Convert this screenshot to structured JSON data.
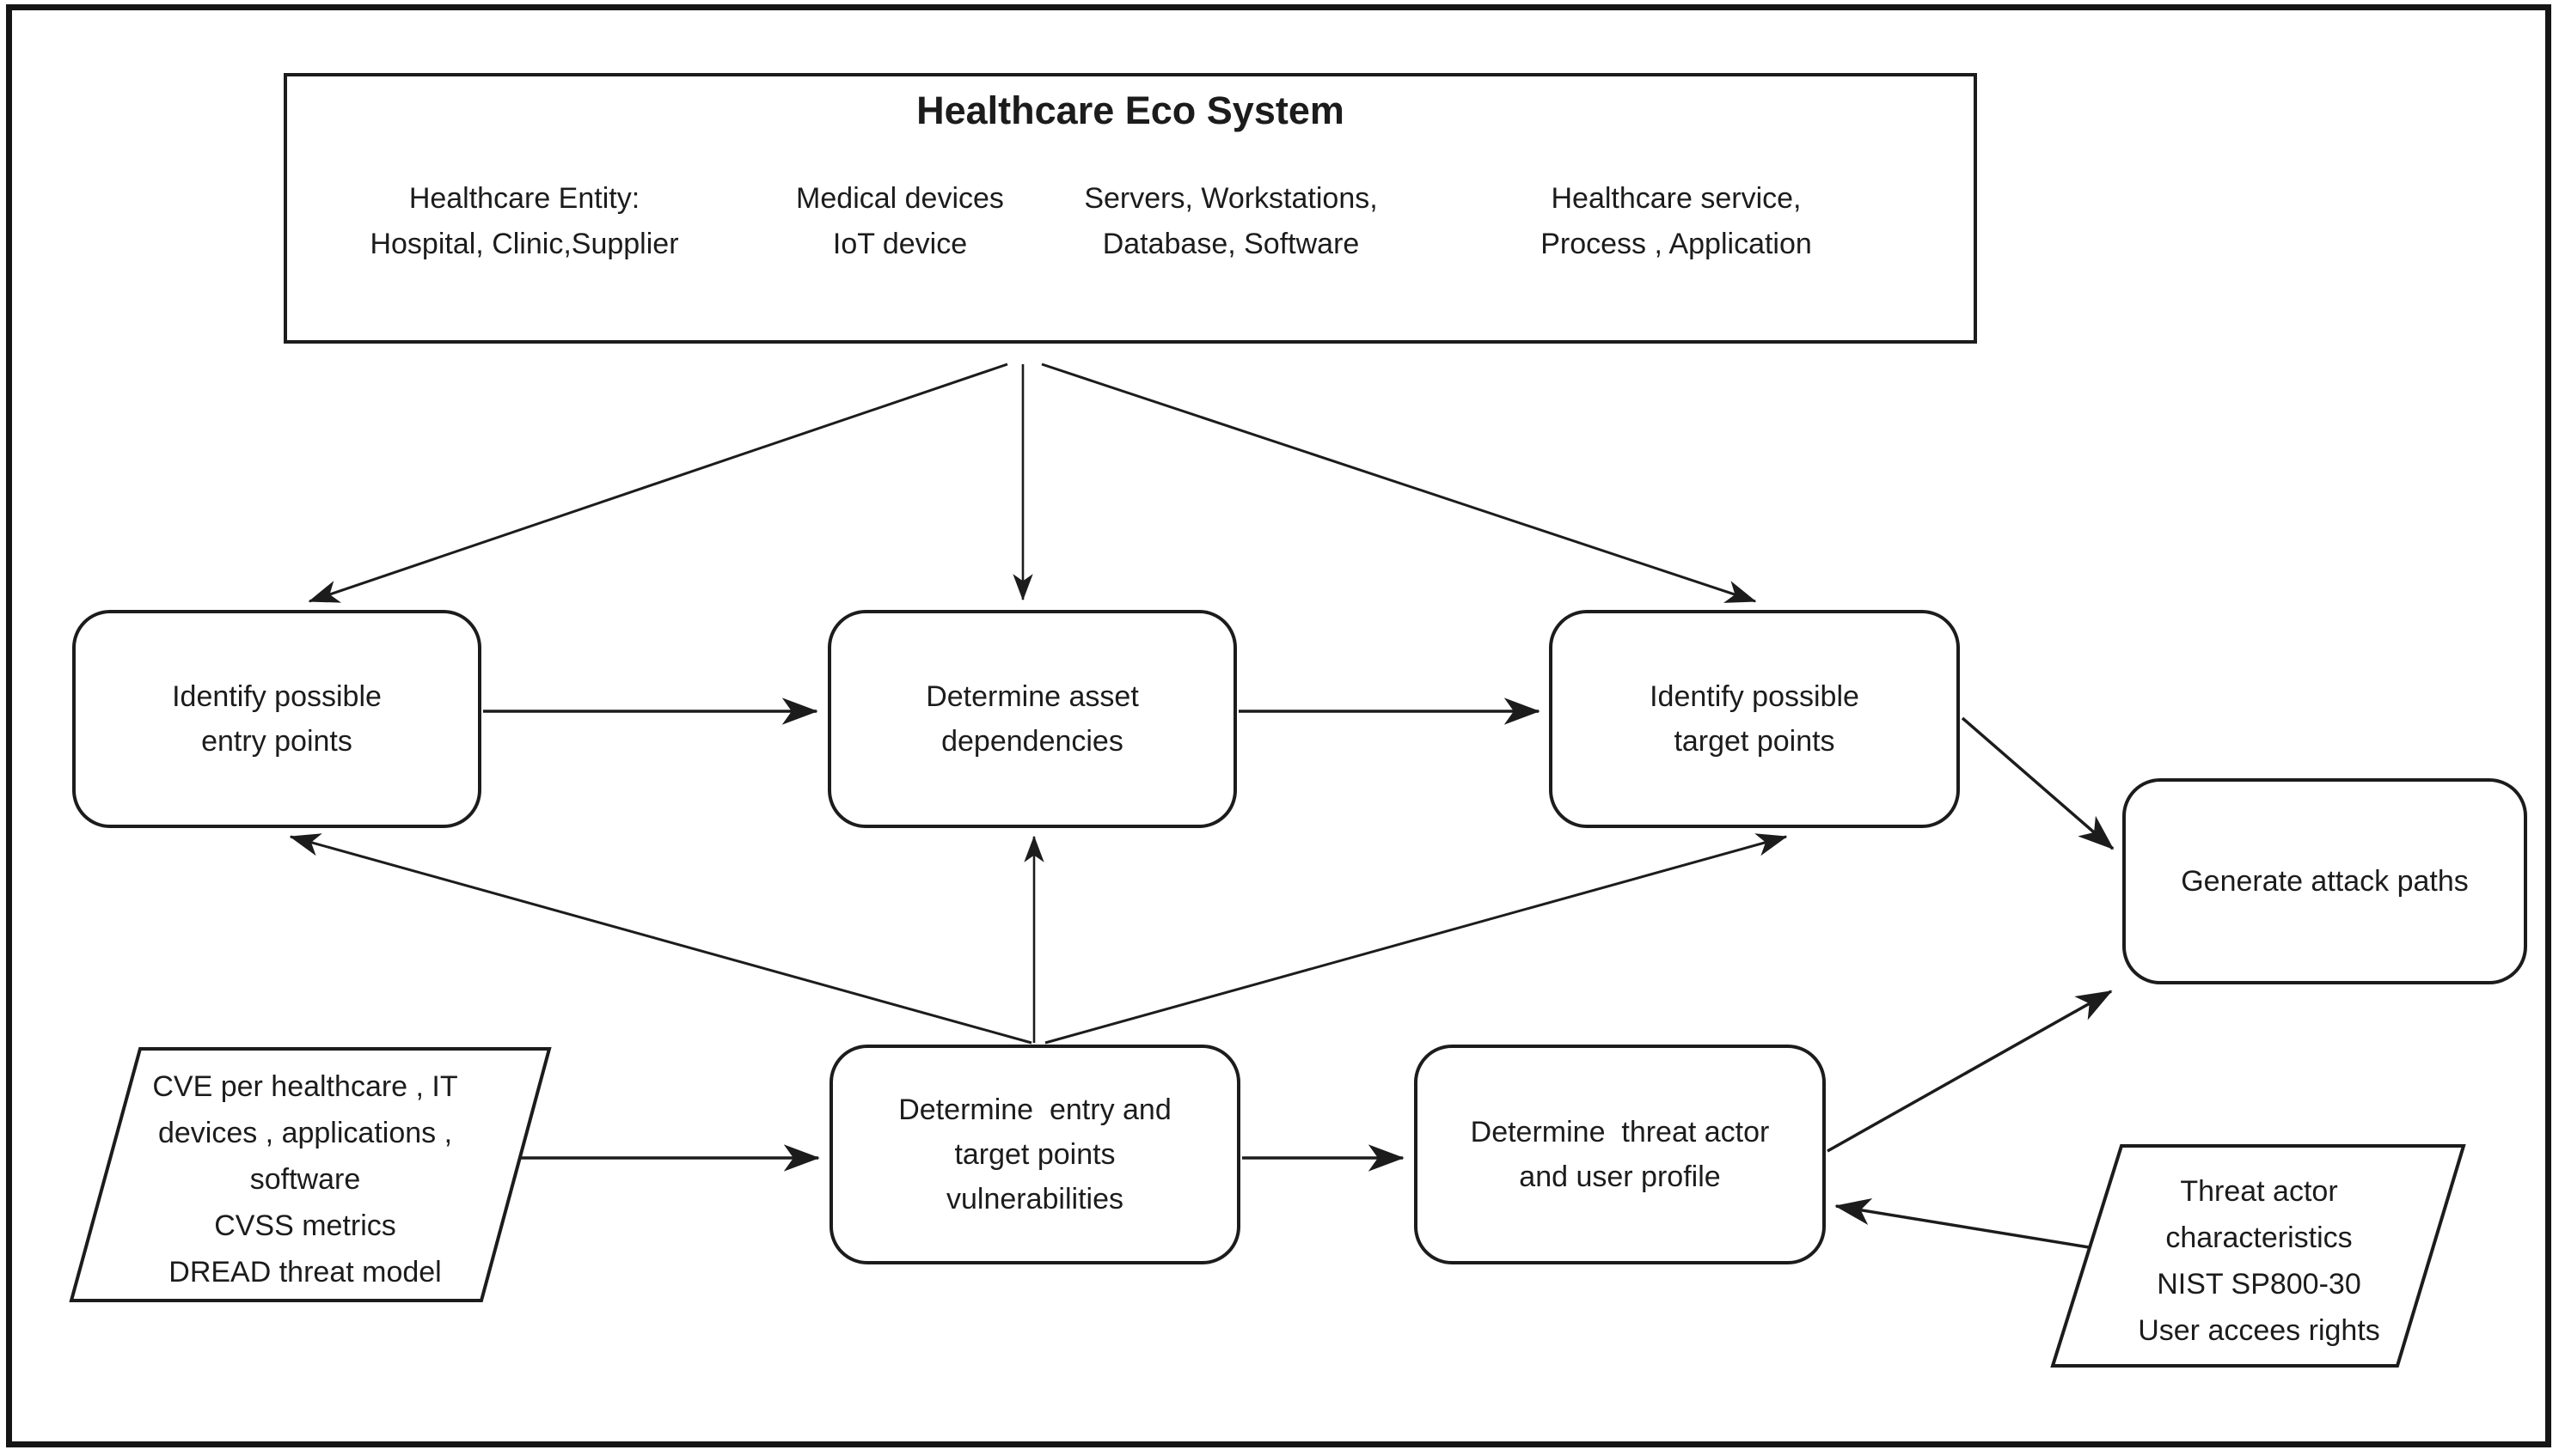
{
  "diagram": {
    "eco": {
      "title": "Healthcare Eco System",
      "col1": "Healthcare Entity:\nHospital, Clinic,Supplier",
      "col2": "Medical devices\nIoT device",
      "col3": "Servers, Workstations,\nDatabase, Software",
      "col4": "Healthcare service,\nProcess , Application"
    },
    "nodes": {
      "entry": "Identify possible\nentry points",
      "asset": "Determine asset\ndependencies",
      "target": "Identify possible\ntarget points",
      "attack": "Generate attack paths",
      "vuln": "Determine  entry and\ntarget points\nvulnerabilities",
      "actor": "Determine  threat actor\nand user profile",
      "cve_input": "CVE per healthcare , IT\ndevices , applications ,\nsoftware\nCVSS metrics\nDREAD threat model",
      "threat_input": "Threat actor\ncharacteristics\nNIST SP800-30\nUser accees rights"
    },
    "colors": {
      "line": "#1c1c1c",
      "background": "#ffffff"
    }
  }
}
